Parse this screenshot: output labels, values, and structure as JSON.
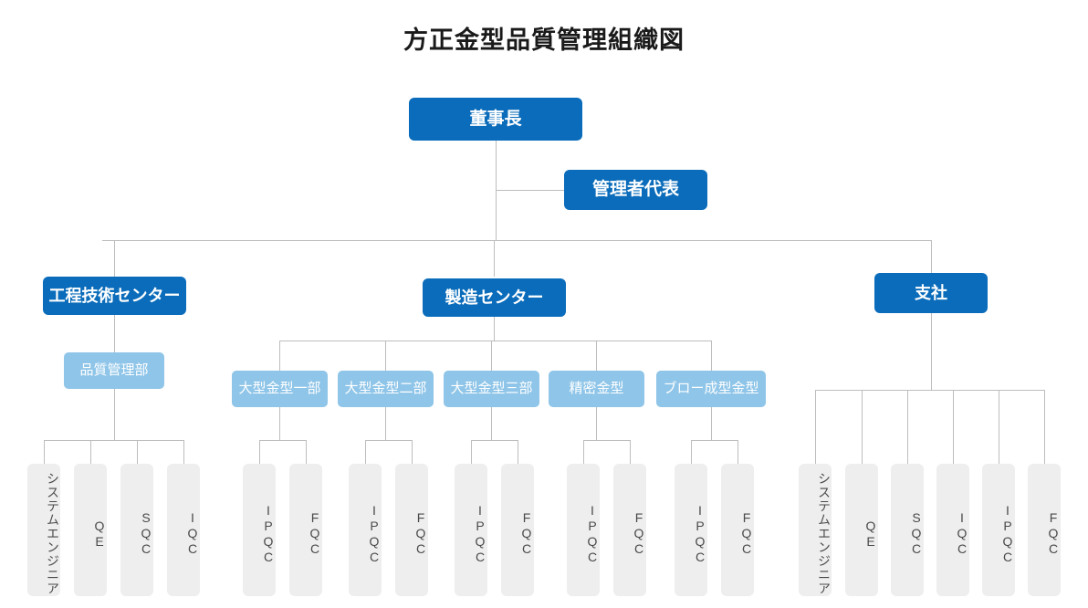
{
  "chart_data": {
    "type": "diagram",
    "diagram_kind": "organization-chart",
    "title": "方正金型品質管理組織図",
    "colors": {
      "level1_box": "#0a6cba",
      "level2_box": "#0a6cba",
      "level3_box": "#8fc5e8",
      "leaf_box": "#eeeeee",
      "leaf_text": "#4a4a4a",
      "connector": "#bdbdbd",
      "title_text": "#1a1a1a",
      "background": "#ffffff"
    },
    "nodes": [
      {
        "id": "chairman",
        "label": "董事長",
        "level": 1
      },
      {
        "id": "mgmt_rep",
        "label": "管理者代表",
        "level": 1
      },
      {
        "id": "eng_center",
        "label": "工程技術センター",
        "level": 2
      },
      {
        "id": "mfg_center",
        "label": "製造センター",
        "level": 2
      },
      {
        "id": "branch",
        "label": "支社",
        "level": 2
      },
      {
        "id": "qa_dept",
        "label": "品質管理部",
        "level": 3
      },
      {
        "id": "mold1",
        "label": "大型金型一部",
        "level": 3
      },
      {
        "id": "mold2",
        "label": "大型金型二部",
        "level": 3
      },
      {
        "id": "mold3",
        "label": "大型金型三部",
        "level": 3
      },
      {
        "id": "precision",
        "label": "精密金型",
        "level": 3
      },
      {
        "id": "blow",
        "label": "ブロー成型金型",
        "level": 3
      }
    ],
    "edges": [
      {
        "from": "chairman",
        "to": "mgmt_rep"
      },
      {
        "from": "chairman",
        "to": "eng_center"
      },
      {
        "from": "chairman",
        "to": "mfg_center"
      },
      {
        "from": "chairman",
        "to": "branch"
      },
      {
        "from": "eng_center",
        "to": "qa_dept"
      },
      {
        "from": "mfg_center",
        "to": "mold1"
      },
      {
        "from": "mfg_center",
        "to": "mold2"
      },
      {
        "from": "mfg_center",
        "to": "mold3"
      },
      {
        "from": "mfg_center",
        "to": "precision"
      },
      {
        "from": "mfg_center",
        "to": "blow"
      }
    ],
    "leaf_groups": [
      {
        "parent": "qa_dept",
        "leaves": [
          "システムエンジニア",
          "QE",
          "SQC",
          "IQC"
        ]
      },
      {
        "parent": "mold1",
        "leaves": [
          "IPQC",
          "FQC"
        ]
      },
      {
        "parent": "mold2",
        "leaves": [
          "IPQC",
          "FQC"
        ]
      },
      {
        "parent": "mold3",
        "leaves": [
          "IPQC",
          "FQC"
        ]
      },
      {
        "parent": "precision",
        "leaves": [
          "IPQC",
          "FQC"
        ]
      },
      {
        "parent": "blow",
        "leaves": [
          "IPQC",
          "FQC"
        ]
      },
      {
        "parent": "branch",
        "leaves": [
          "システムエンジニア",
          "QE",
          "SQC",
          "IQC",
          "IPQC",
          "FQC"
        ]
      }
    ]
  },
  "title": "方正金型品質管理組織図",
  "boxes": {
    "chairman": "董事長",
    "mgmt_rep": "管理者代表",
    "eng_center": "工程技術センター",
    "mfg_center": "製造センター",
    "branch": "支社",
    "qa_dept": "品質管理部",
    "mold1": "大型金型一部",
    "mold2": "大型金型二部",
    "mold3": "大型金型三部",
    "precision": "精密金型",
    "blow": "ブロー成型金型"
  },
  "leaves": {
    "qa": [
      "システムエンジニア",
      "QE",
      "SQC",
      "IQC"
    ],
    "m1": [
      "IPQC",
      "FQC"
    ],
    "m2": [
      "IPQC",
      "FQC"
    ],
    "m3": [
      "IPQC",
      "FQC"
    ],
    "pr": [
      "IPQC",
      "FQC"
    ],
    "bl": [
      "IPQC",
      "FQC"
    ],
    "br": [
      "システムエンジニア",
      "QE",
      "SQC",
      "IQC",
      "IPQC",
      "FQC"
    ]
  }
}
